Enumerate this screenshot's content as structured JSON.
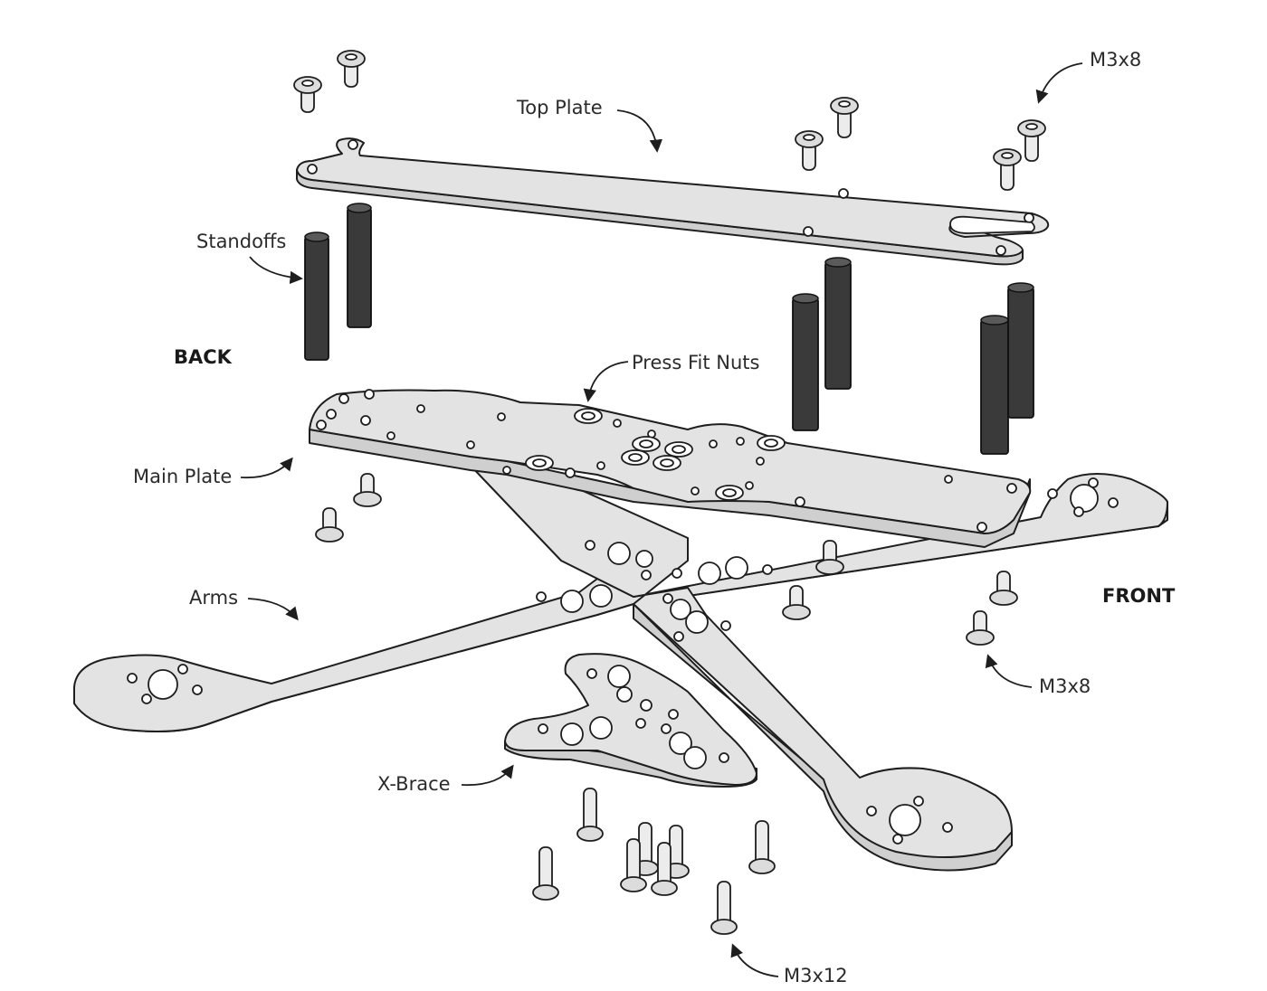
{
  "diagram": {
    "labels": {
      "top_plate": "Top Plate",
      "standoffs": "Standoffs",
      "back": "BACK",
      "front": "FRONT",
      "press_fit_nuts": "Press Fit Nuts",
      "main_plate": "Main Plate",
      "arms": "Arms",
      "x_brace": "X-Brace",
      "screw_top": "M3x8",
      "screw_main": "M3x8",
      "screw_bottom": "M3x12"
    },
    "colors": {
      "plate_fill": "#e3e3e3",
      "outline": "#1e1e1e",
      "standoff": "#3a3a3a"
    }
  }
}
